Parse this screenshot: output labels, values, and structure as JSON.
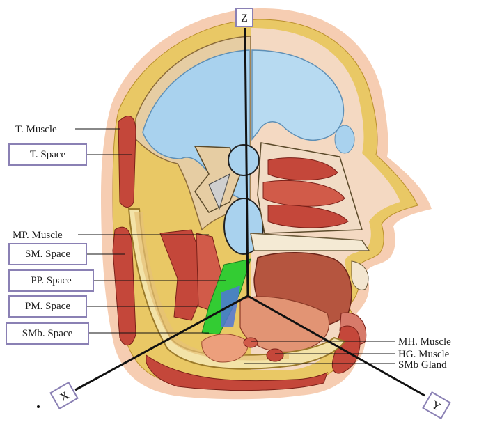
{
  "axes": {
    "z": "Z",
    "x": "X",
    "y": "Y"
  },
  "left_labels": {
    "t_muscle": "T. Muscle",
    "mp_muscle": "MP. Muscle"
  },
  "left_boxes": {
    "t_space": "T. Space",
    "sm_space": "SM. Space",
    "pp_space": "PP. Space",
    "pm_space": "PM. Space",
    "smb_space": "SMb. Space"
  },
  "right_labels": {
    "mh_muscle": "MH. Muscle",
    "hg_muscle": "HG. Muscle",
    "smb_gland": "SMb Gland"
  },
  "colors": {
    "box_border": "#8a80b4",
    "skin": "#f4c9ad",
    "fat": "#e8c660",
    "muscle": "#c4473a",
    "brain": "#a9d2ee",
    "pp_space_fill": "#33cc33"
  }
}
